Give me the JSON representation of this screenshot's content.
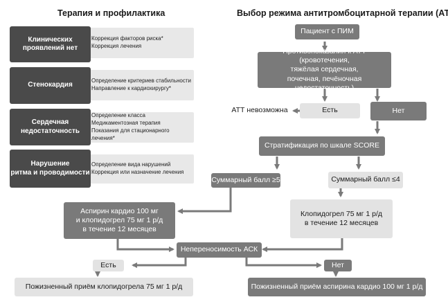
{
  "left_panel": {
    "title": "Терапия и профилактика",
    "rows": [
      {
        "category": "Клинических\nпроявлений нет",
        "items": [
          "Коррекция факторов риска*",
          "Коррекция лечения"
        ]
      },
      {
        "category": "Стенокардия",
        "items": [
          "Определение критериев стабильности",
          "Направление к кардиохирургу*"
        ]
      },
      {
        "category": "Сердечная\nнедостаточность",
        "items": [
          "Определение класса",
          "Медикаментозная терапия",
          "Показания для стационарного лечения*"
        ]
      },
      {
        "category": "Нарушение\nритма и проводимости",
        "items": [
          "Определение вида нарушений",
          "Коррекция или назначение лечения"
        ]
      }
    ]
  },
  "flowchart": {
    "title": "Выбор режима антитромбоцитарной терапии (АТТ)",
    "patient": "Пациент с ПИМ",
    "contraindications": "Противопоказания к АТТ (кровотечения,\nтяжёлая сердечная,\nпочечная, печёночная недостаточность)",
    "att_impossible": "АТТ невозможна",
    "yes_1": "Есть",
    "no_1": "Нет",
    "score": "Стратификация по шкале SCORE",
    "score_high": "Суммарный балл ≥5",
    "score_low": "Суммарный балл ≤4",
    "aspirin_clopidogrel": "Аспирин кардио 100 мг\nи клопидогрел 75 мг 1 р/д\nв течение 12 месяцев",
    "clopidogrel": "Клопидогрел 75 мг 1 р/д\nв течение 12 месяцев",
    "asa_intolerance": "Непереносимость АСК",
    "yes_2": "Есть",
    "no_2": "Нет",
    "lifelong_clopidogrel": "Пожизненный приём клопидогрела 75 мг 1 р/д",
    "lifelong_aspirin": "Пожизненный приём аспирина кардио 100 мг 1 р/д"
  },
  "colors": {
    "dark_box": "#7a7a7a",
    "light_box": "#e3e3e3",
    "category_box": "#4a4a4a",
    "arrow": "#7a7a7a"
  }
}
